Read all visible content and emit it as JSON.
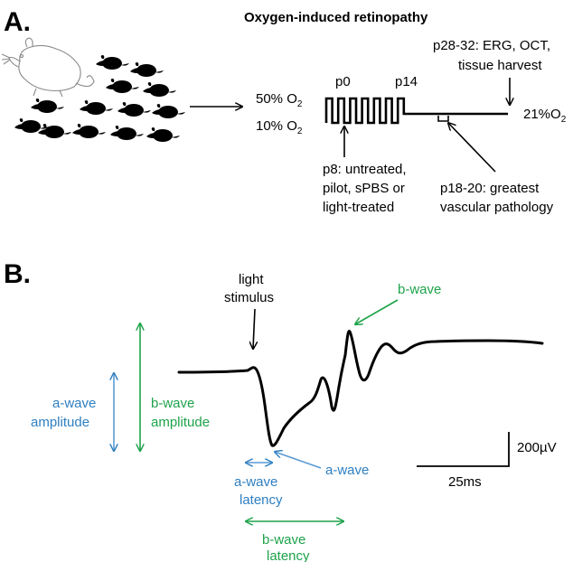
{
  "panel_a": {
    "label": "A.",
    "title": "Oxygen-induced retinopathy",
    "o2_high_main": "50% O",
    "o2_high_sub": "2",
    "o2_low_main": "10% O",
    "o2_low_sub": "2",
    "o2_room_main": "21%O",
    "o2_room_sub": "2",
    "day_start": "p0",
    "day_switch": "p14",
    "endpoint_line1": "p28-32: ERG, OCT,",
    "endpoint_line2": "tissue harvest",
    "treatment_line1": "p8: untreated,",
    "treatment_line2": "pilot, sPBS or",
    "treatment_line3": "light-treated",
    "pathology_line1": "p18-20: greatest",
    "pathology_line2": "vascular pathology"
  },
  "panel_b": {
    "label": "B.",
    "stimulus_line1": "light",
    "stimulus_line2": "stimulus",
    "bwave": "b-wave",
    "awave": "a-wave",
    "awave_amp_line1": "a-wave",
    "awave_amp_line2": "amplitude",
    "bwave_amp_line1": "b-wave",
    "bwave_amp_line2": "amplitude",
    "awave_lat_line1": "a-wave",
    "awave_lat_line2": "latency",
    "bwave_lat_line1": "b-wave",
    "bwave_lat_line2": "latency",
    "scale_voltage": "200µV",
    "scale_time": "25ms"
  },
  "colors": {
    "blue": "#2e7fc0",
    "green": "#1ea34a",
    "black": "#000000"
  }
}
